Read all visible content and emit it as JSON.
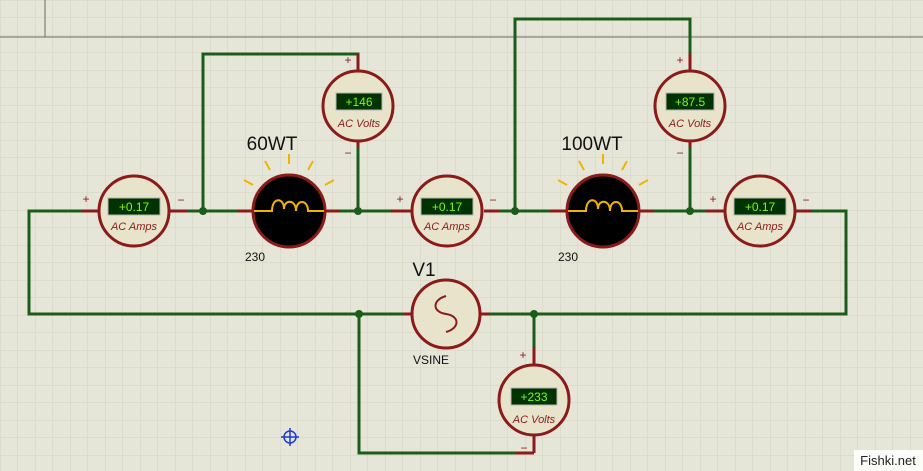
{
  "colors": {
    "background": "#e6e6d8",
    "grid": "#d6d6c6",
    "wire": "#1a5c1a",
    "pin": "#8b1a1a",
    "meter_fill": "#e8e4cc",
    "lcd": "#003300",
    "lcd_text": "#7cfc00",
    "meter_caption": "#8b1a1a",
    "lamp_rays": "#f0b400"
  },
  "lamps": [
    {
      "name": "60WT",
      "voltage": "230"
    },
    {
      "name": "100WT",
      "voltage": "230"
    }
  ],
  "meters": {
    "ammeter_left": {
      "reading": "+0.17",
      "caption": "AC Amps"
    },
    "ammeter_mid": {
      "reading": "+0.17",
      "caption": "AC Amps"
    },
    "ammeter_right": {
      "reading": "+0.17",
      "caption": "AC Amps"
    },
    "voltmeter_lamp1": {
      "reading": "+146",
      "caption": "AC Volts"
    },
    "voltmeter_lamp2": {
      "reading": "+87.5",
      "caption": "AC Volts"
    },
    "voltmeter_source": {
      "reading": "+233",
      "caption": "AC Volts"
    }
  },
  "source": {
    "name": "V1",
    "type": "VSINE"
  },
  "pin_plus": "+",
  "pin_minus": "−",
  "watermark": "Fishki.net",
  "icons": {
    "lamp": "filament-coil-icon",
    "source": "sine-wave-icon",
    "origin": "crosshair-icon"
  }
}
